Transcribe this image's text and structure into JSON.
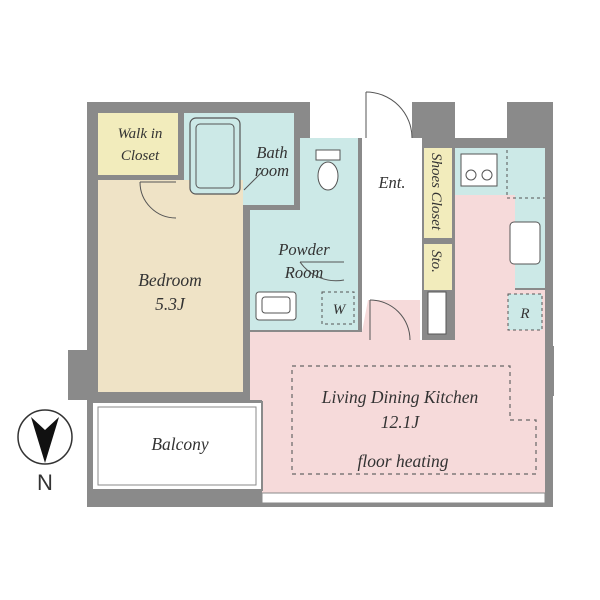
{
  "rooms": {
    "walk_in_closet": [
      "Walk in",
      "Closet"
    ],
    "bath_room": [
      "Bath",
      "room"
    ],
    "entrance": "Ent.",
    "shoes_closet": "Shoes Closet",
    "storage": "Sto.",
    "powder_room": [
      "Powder",
      "Room"
    ],
    "washer": "W",
    "refrigerator": "R",
    "bedroom": [
      "Bedroom",
      "5.3J"
    ],
    "living_dining_kitchen": [
      "Living Dining Kitchen",
      "12.1J"
    ],
    "floor_heating": "floor heating",
    "balcony": "Balcony"
  },
  "compass": {
    "north_label": "N"
  },
  "colors": {
    "wall": "#8a8a8a",
    "bedroom": "#efe3c6",
    "closet": "#f2ecbc",
    "wet_area": "#cce9e7",
    "ldk": "#f6dada",
    "floor_white": "#ffffff",
    "text": "#333333"
  }
}
